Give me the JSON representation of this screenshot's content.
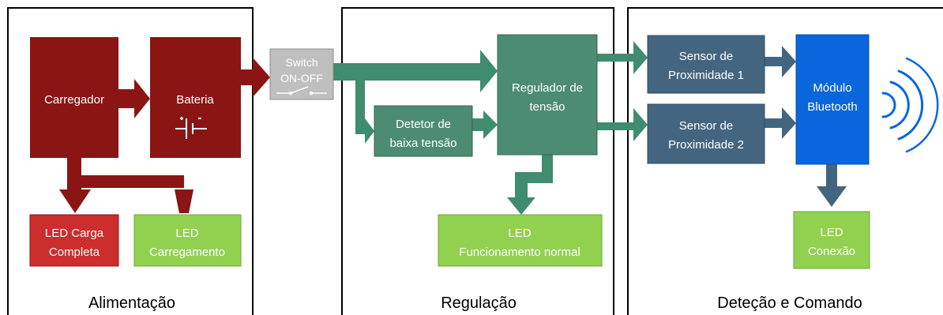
{
  "colors": {
    "dark_red": "#8B1414",
    "red": "#CC2E2E",
    "light_green": "#92D050",
    "teal_green": "#4C8C73",
    "teal_arrow": "#3F8C6E",
    "slate": "#44657F",
    "blue": "#0A66DC",
    "grey": "#BFBFBF"
  },
  "sections": {
    "alimentacao": "Alimentação",
    "regulacao": "Regulação",
    "detecao": "Deteção e Comando"
  },
  "blocks": {
    "carregador": "Carregador",
    "bateria": "Bateria",
    "switch_line1": "Switch",
    "switch_line2": "ON-OFF",
    "led_carga_line1": "LED Carga",
    "led_carga_line2": "Completa",
    "led_carregamento_line1": "LED",
    "led_carregamento_line2": "Carregamento",
    "regulador_line1": "Regulador de",
    "regulador_line2": "tensão",
    "detetor_line1": "Detetor de",
    "detetor_line2": "baixa tensão",
    "led_normal_line1": "LED",
    "led_normal_line2": "Funcionamento normal",
    "sensor1_line1": "Sensor de",
    "sensor1_line2": "Proximidade 1",
    "sensor2_line1": "Sensor de",
    "sensor2_line2": "Proximidade 2",
    "bluetooth_line1": "Módulo",
    "bluetooth_line2": "Bluetooth",
    "led_conexao_line1": "LED",
    "led_conexao_line2": "Conexão"
  }
}
